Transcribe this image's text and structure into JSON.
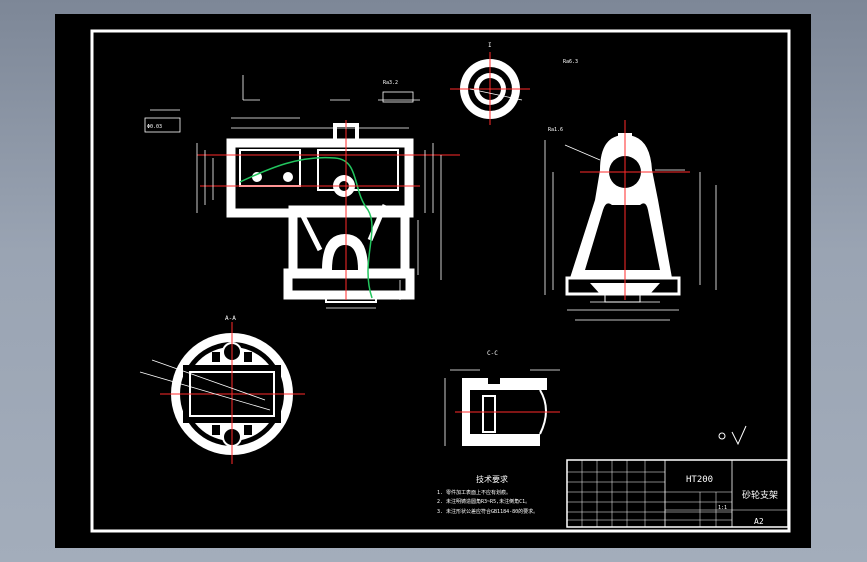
{
  "view_labels": {
    "top_section": "I",
    "section_aa": "A-A",
    "section_cc": "C-C"
  },
  "title_block": {
    "material": "HT200",
    "part_name": "砂轮支架",
    "sheet_size": "A2",
    "scale": "1:1"
  },
  "tech_requirements": {
    "title": "技术要求",
    "lines": [
      "1. 零件加工表面上不应有划痕。",
      "2. 未注明铸造圆角R3~R5,未注倒角C1。",
      "3. 未注形状公差应符合GB1184-80的要求。"
    ]
  },
  "annotations": {
    "rough_default": "Ra6.3",
    "rough_fine": "Ra1.6",
    "rough_mid": "Ra3.2",
    "tol_label": "Φ0.03"
  },
  "colors": {
    "sheet": "#000000",
    "line": "#ffffff",
    "center": "#ff2a2a",
    "dim": "#ffffff",
    "spline": "#22c55e"
  }
}
